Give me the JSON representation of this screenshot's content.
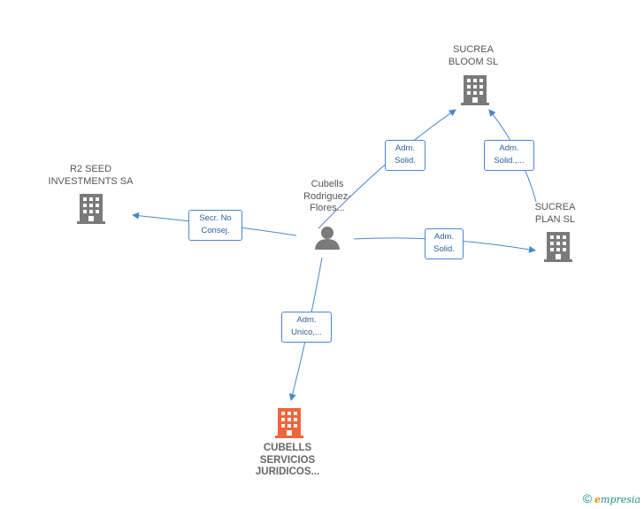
{
  "colors": {
    "edge": "#4a86d0",
    "building": "#7a7a7a",
    "building_highlight": "#f2643a",
    "person": "#7a7a7a"
  },
  "nodes": {
    "person": {
      "label": "Cubells\nRodriguez-\nFlores...",
      "icon": "person-icon"
    },
    "sucrea_bloom": {
      "label": "SUCREA\nBLOOM  SL",
      "icon": "building-icon"
    },
    "r2_seed": {
      "label": "R2 SEED\nINVESTMENTS SA",
      "icon": "building-icon"
    },
    "sucrea_plan": {
      "label": "SUCREA\nPLAN SL",
      "icon": "building-icon"
    },
    "cubells_servicios": {
      "label": "CUBELLS\nSERVICIOS\nJURIDICOS...",
      "icon": "building-icon"
    }
  },
  "edges": {
    "to_bloom": "Adm.\nSolid.",
    "plan_to_bloom": "Adm.\nSolid.,...",
    "to_r2": "Secr.  No\nConsej.",
    "to_plan": "Adm.\nSolid.",
    "to_servicios": "Adm.\nUnico,..."
  },
  "footer": {
    "copyright": "©",
    "brand_initial": "e",
    "brand_rest": "mpresia"
  }
}
